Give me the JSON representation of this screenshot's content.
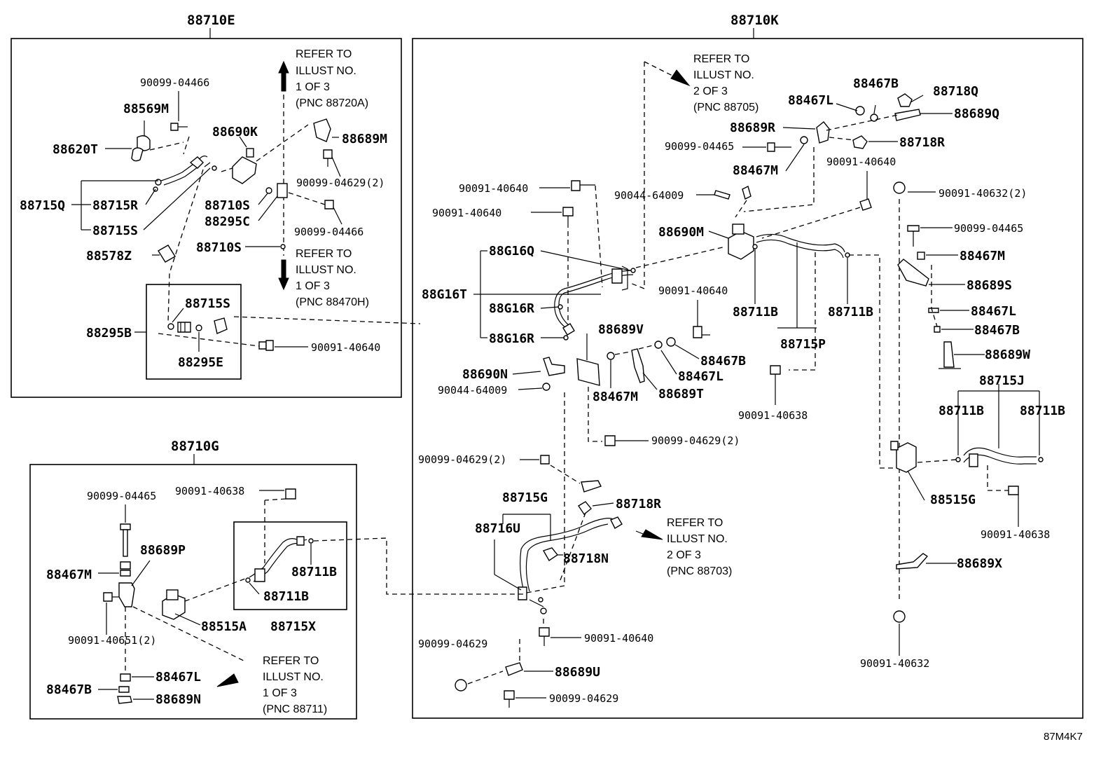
{
  "code": "87M4K7",
  "groups": {
    "e": "88710E",
    "k": "88710K",
    "g": "88710G"
  },
  "notes": {
    "e_up": [
      "REFER TO",
      "ILLUST NO.",
      "1 OF 3",
      "(PNC 88720A)"
    ],
    "e_down": [
      "REFER TO",
      "ILLUST NO.",
      "1 OF 3",
      "(PNC 88470H)"
    ],
    "k_top": [
      "REFER TO",
      "ILLUST NO.",
      "2 OF 3",
      "(PNC 88705)"
    ],
    "k_mid": [
      "REFER TO",
      "ILLUST NO.",
      "2 OF 3",
      "(PNC 88703)"
    ],
    "g_bot": [
      "REFER TO",
      "ILLUST NO.",
      "1 OF 3",
      "(PNC 88711)"
    ]
  },
  "labels": {
    "e1": "90099-04466",
    "e2": "88569M",
    "e3": "88620T",
    "e4": "88690K",
    "e5": "88689M",
    "e6": "90099-04629(2)",
    "e7": "88715Q",
    "e8": "88715R",
    "e9": "88710S",
    "e10": "88295C",
    "e11": "90099-04466",
    "e12": "88715S",
    "e13": "88578Z",
    "e14": "88710S",
    "e15": "88715S",
    "e16": "88295B",
    "e17": "90091-40640",
    "e18": "88295E",
    "k1": "88467L",
    "k2": "88467B",
    "k3": "88718Q",
    "k4": "88689Q",
    "k5": "88689R",
    "k6": "90099-04465",
    "k7": "88718R",
    "k8": "88467M",
    "k9": "90091-40640",
    "k10": "90091-40640",
    "k11": "90044-64009",
    "k12": "90091-40632(2)",
    "k13": "90091-40640",
    "k14": "88690M",
    "k15": "90099-04465",
    "k16": "88G16Q",
    "k17": "88467M",
    "k18": "88G16T",
    "k19": "88689S",
    "k20": "90091-40640",
    "k21": "88G16R",
    "k22": "88711B",
    "k23": "88711B",
    "k24": "88467L",
    "k25": "88G16R",
    "k26": "88715P",
    "k27": "88467B",
    "k28": "88689V",
    "k29": "88467B",
    "k30": "88689W",
    "k31": "88690N",
    "k32": "88467L",
    "k33": "88715J",
    "k34": "90044-64009",
    "k35": "88467M",
    "k36": "88689T",
    "k37": "90091-40638",
    "k38": "88711B",
    "k39": "88711B",
    "k40": "90099-04629(2)",
    "k41": "90099-04629(2)",
    "k42": "88715G",
    "k43": "88515G",
    "k44": "88718R",
    "k45": "88716U",
    "k46": "90091-40638",
    "k47": "88718N",
    "k48": "88689X",
    "k49": "90091-40640",
    "k50": "90099-04629",
    "k51": "88689U",
    "k52": "90091-40632",
    "k53": "90099-04629",
    "g1": "90091-40638",
    "g2": "90099-04465",
    "g3": "88689P",
    "g4": "88711B",
    "g5": "88467M",
    "g6": "88711B",
    "g7": "88515A",
    "g8": "88715X",
    "g9": "90091-40651(2)",
    "g10": "88467L",
    "g11": "88467B",
    "g12": "88689N"
  }
}
